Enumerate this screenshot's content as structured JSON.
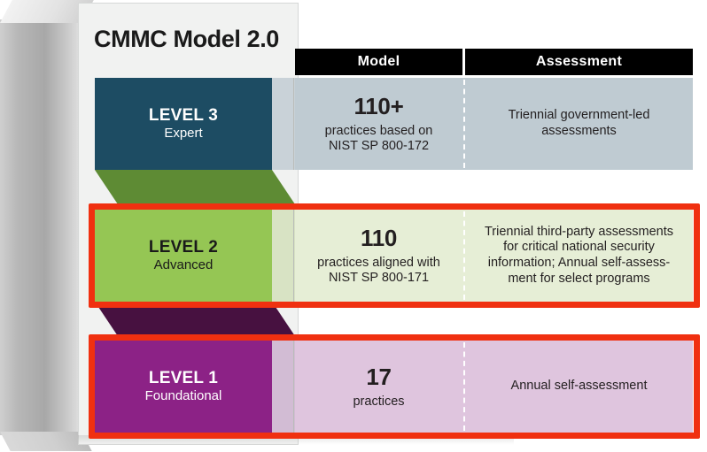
{
  "title": "CMMC Model 2.0",
  "columns": {
    "model_header": "Model",
    "assessment_header": "Assessment"
  },
  "colors": {
    "level3": "#1d4c63",
    "level3_tint": "#bfcbd2",
    "level2": "#95c654",
    "level2_mid": "#d8e3c4",
    "level2_tint": "#e6eed6",
    "level1": "#8c2286",
    "level1_mid": "#d2bcd4",
    "level1_tint": "#dfc5de",
    "connector_green": "#5e8b34",
    "connector_purple": "#471140",
    "highlight_red": "#f03010",
    "header_black": "#000000",
    "panel": "#f1f2f1"
  },
  "levels": [
    {
      "name": "LEVEL 3",
      "tier": "Expert",
      "label_color": "#ffffff",
      "practices_count": "110+",
      "practices_lines": [
        "practices based on",
        "NIST SP 800-172"
      ],
      "assessment_lines": [
        "Triennial government-led",
        "assessments"
      ],
      "highlighted": false
    },
    {
      "name": "LEVEL 2",
      "tier": "Advanced",
      "label_color": "#1a1a1a",
      "practices_count": "110",
      "practices_lines": [
        "practices aligned with",
        "NIST SP 800-171"
      ],
      "assessment_lines": [
        "Triennial third-party assessments",
        "for critical national security",
        "information; Annual self-assess-",
        "ment for select programs"
      ],
      "highlighted": true
    },
    {
      "name": "LEVEL 1",
      "tier": "Foundational",
      "label_color": "#ffffff",
      "practices_count": "17",
      "practices_lines": [
        "practices"
      ],
      "assessment_lines": [
        "Annual self-assessment"
      ],
      "highlighted": true
    }
  ]
}
